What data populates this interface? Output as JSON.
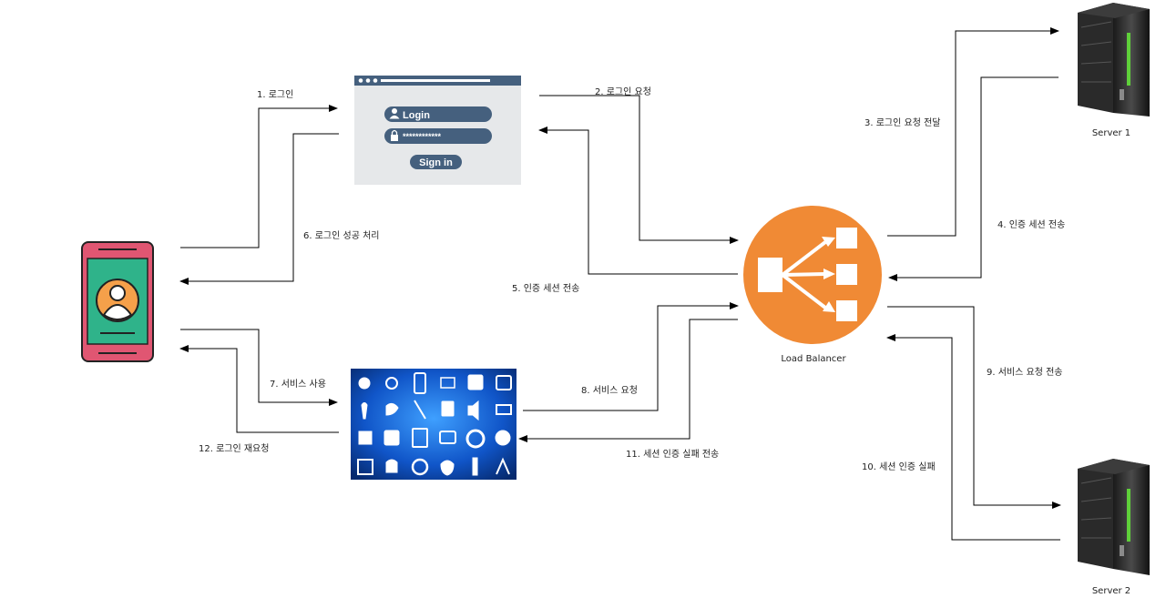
{
  "nodes": {
    "server1": {
      "label": "Server 1"
    },
    "server2": {
      "label": "Server 2"
    },
    "load_balancer": {
      "label": "Load Balancer"
    },
    "login_page": {
      "username": "Login",
      "password": "************",
      "submit": "Sign in"
    }
  },
  "edges": {
    "e1": "1. 로그인",
    "e2": "2. 로그인 요청",
    "e3": "3. 로그인 요청 전달",
    "e4": "4. 인증 세션 전송",
    "e5": "5. 인증 세션 전송",
    "e6": "6. 로그인 성공 처리",
    "e7": "7. 서비스 사용",
    "e8": "8. 서비스 요청",
    "e9": "9. 서비스 요청 전송",
    "e10": "10. 세션 인증 실패",
    "e11": "11. 세션 인증 실패  전송",
    "e12": "12. 로그인 재요청"
  },
  "colors": {
    "lb_orange": "#f08a35",
    "phone_body": "#e05672",
    "phone_screen": "#2fb38a",
    "avatar": "#f5a04a",
    "browser_bar": "#45607e",
    "browser_bg": "#e6e8ea",
    "pill": "#45607e",
    "services_bg": "#0b3a8c"
  },
  "icons": [
    "phone-icon",
    "user-avatar-icon",
    "browser-window-icon",
    "user-icon",
    "lock-icon",
    "load-balancer-icon",
    "server-rack-icon",
    "social-media-icons-grid"
  ]
}
